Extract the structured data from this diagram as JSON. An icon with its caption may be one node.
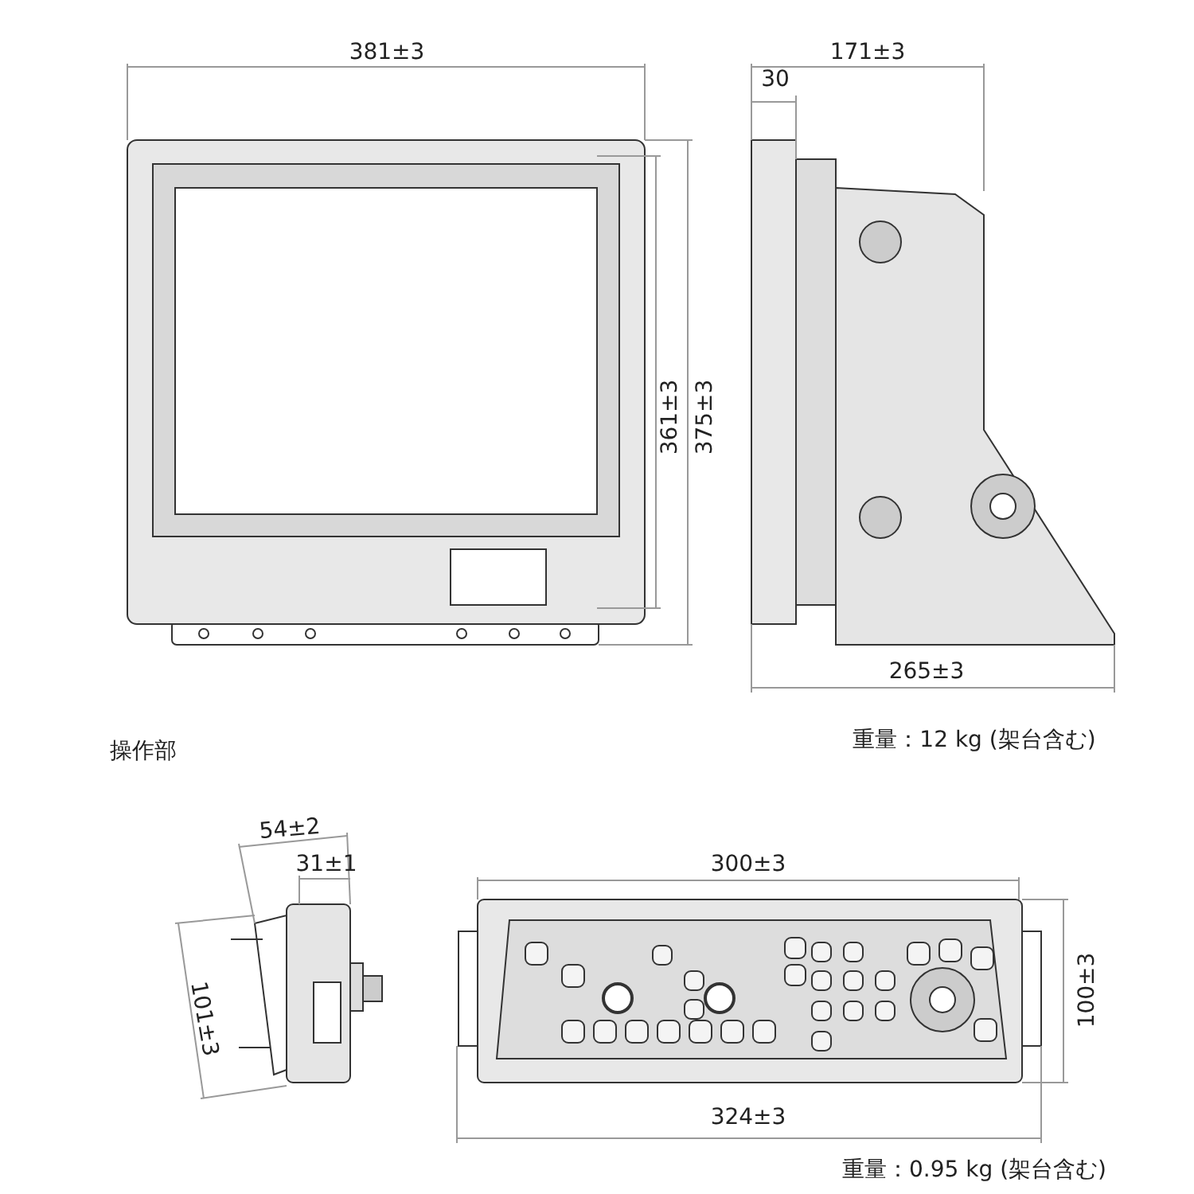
{
  "diagram": {
    "labels": [
      "381±3",
      "30",
      "171±3",
      "361±3",
      "375±3",
      "265±3",
      "重量：12 kg (架台含む)",
      "操作部",
      "54±2",
      "31±1",
      "300±3",
      "101±3",
      "100±3",
      "324±3",
      "重量：0.95 kg (架台含む)"
    ]
  }
}
